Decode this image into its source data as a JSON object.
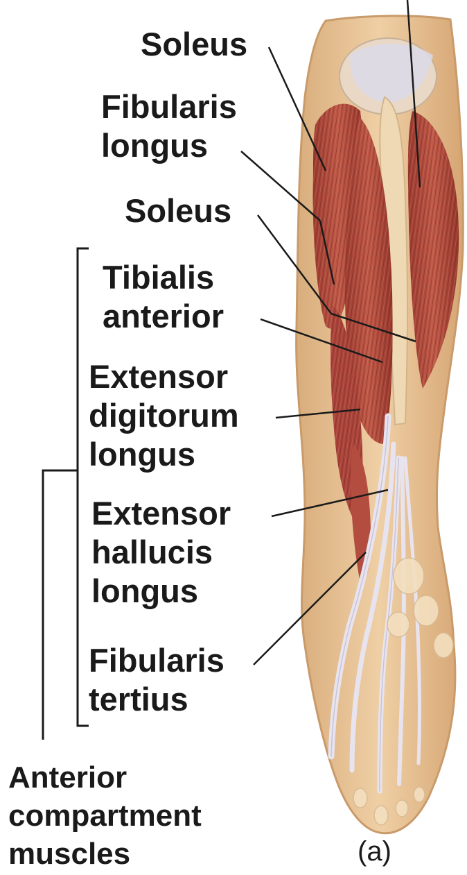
{
  "diagram": {
    "labels": {
      "soleus_top": [
        "Soleus"
      ],
      "fibularis_longus": [
        "Fibularis",
        "longus"
      ],
      "soleus_mid": [
        "Soleus"
      ],
      "tibialis_anterior": [
        "Tibialis",
        "anterior"
      ],
      "extensor_digitorum_longus": [
        "Extensor",
        "digitorum",
        "longus"
      ],
      "extensor_hallucis_longus": [
        "Extensor",
        "hallucis",
        "longus"
      ],
      "fibularis_tertius": [
        "Fibularis",
        "tertius"
      ],
      "group": [
        "Anterior",
        "compartment",
        "muscles"
      ],
      "panel": [
        "(a)"
      ]
    },
    "colors": {
      "skin": "#e9c49a",
      "skin_edge": "#c99a6a",
      "muscle": "#b2473a",
      "muscle_dark": "#8e2f26",
      "tendon": "#e8e4ef",
      "bone": "#efd9b4",
      "leader_line": "#1a1a1a"
    }
  }
}
